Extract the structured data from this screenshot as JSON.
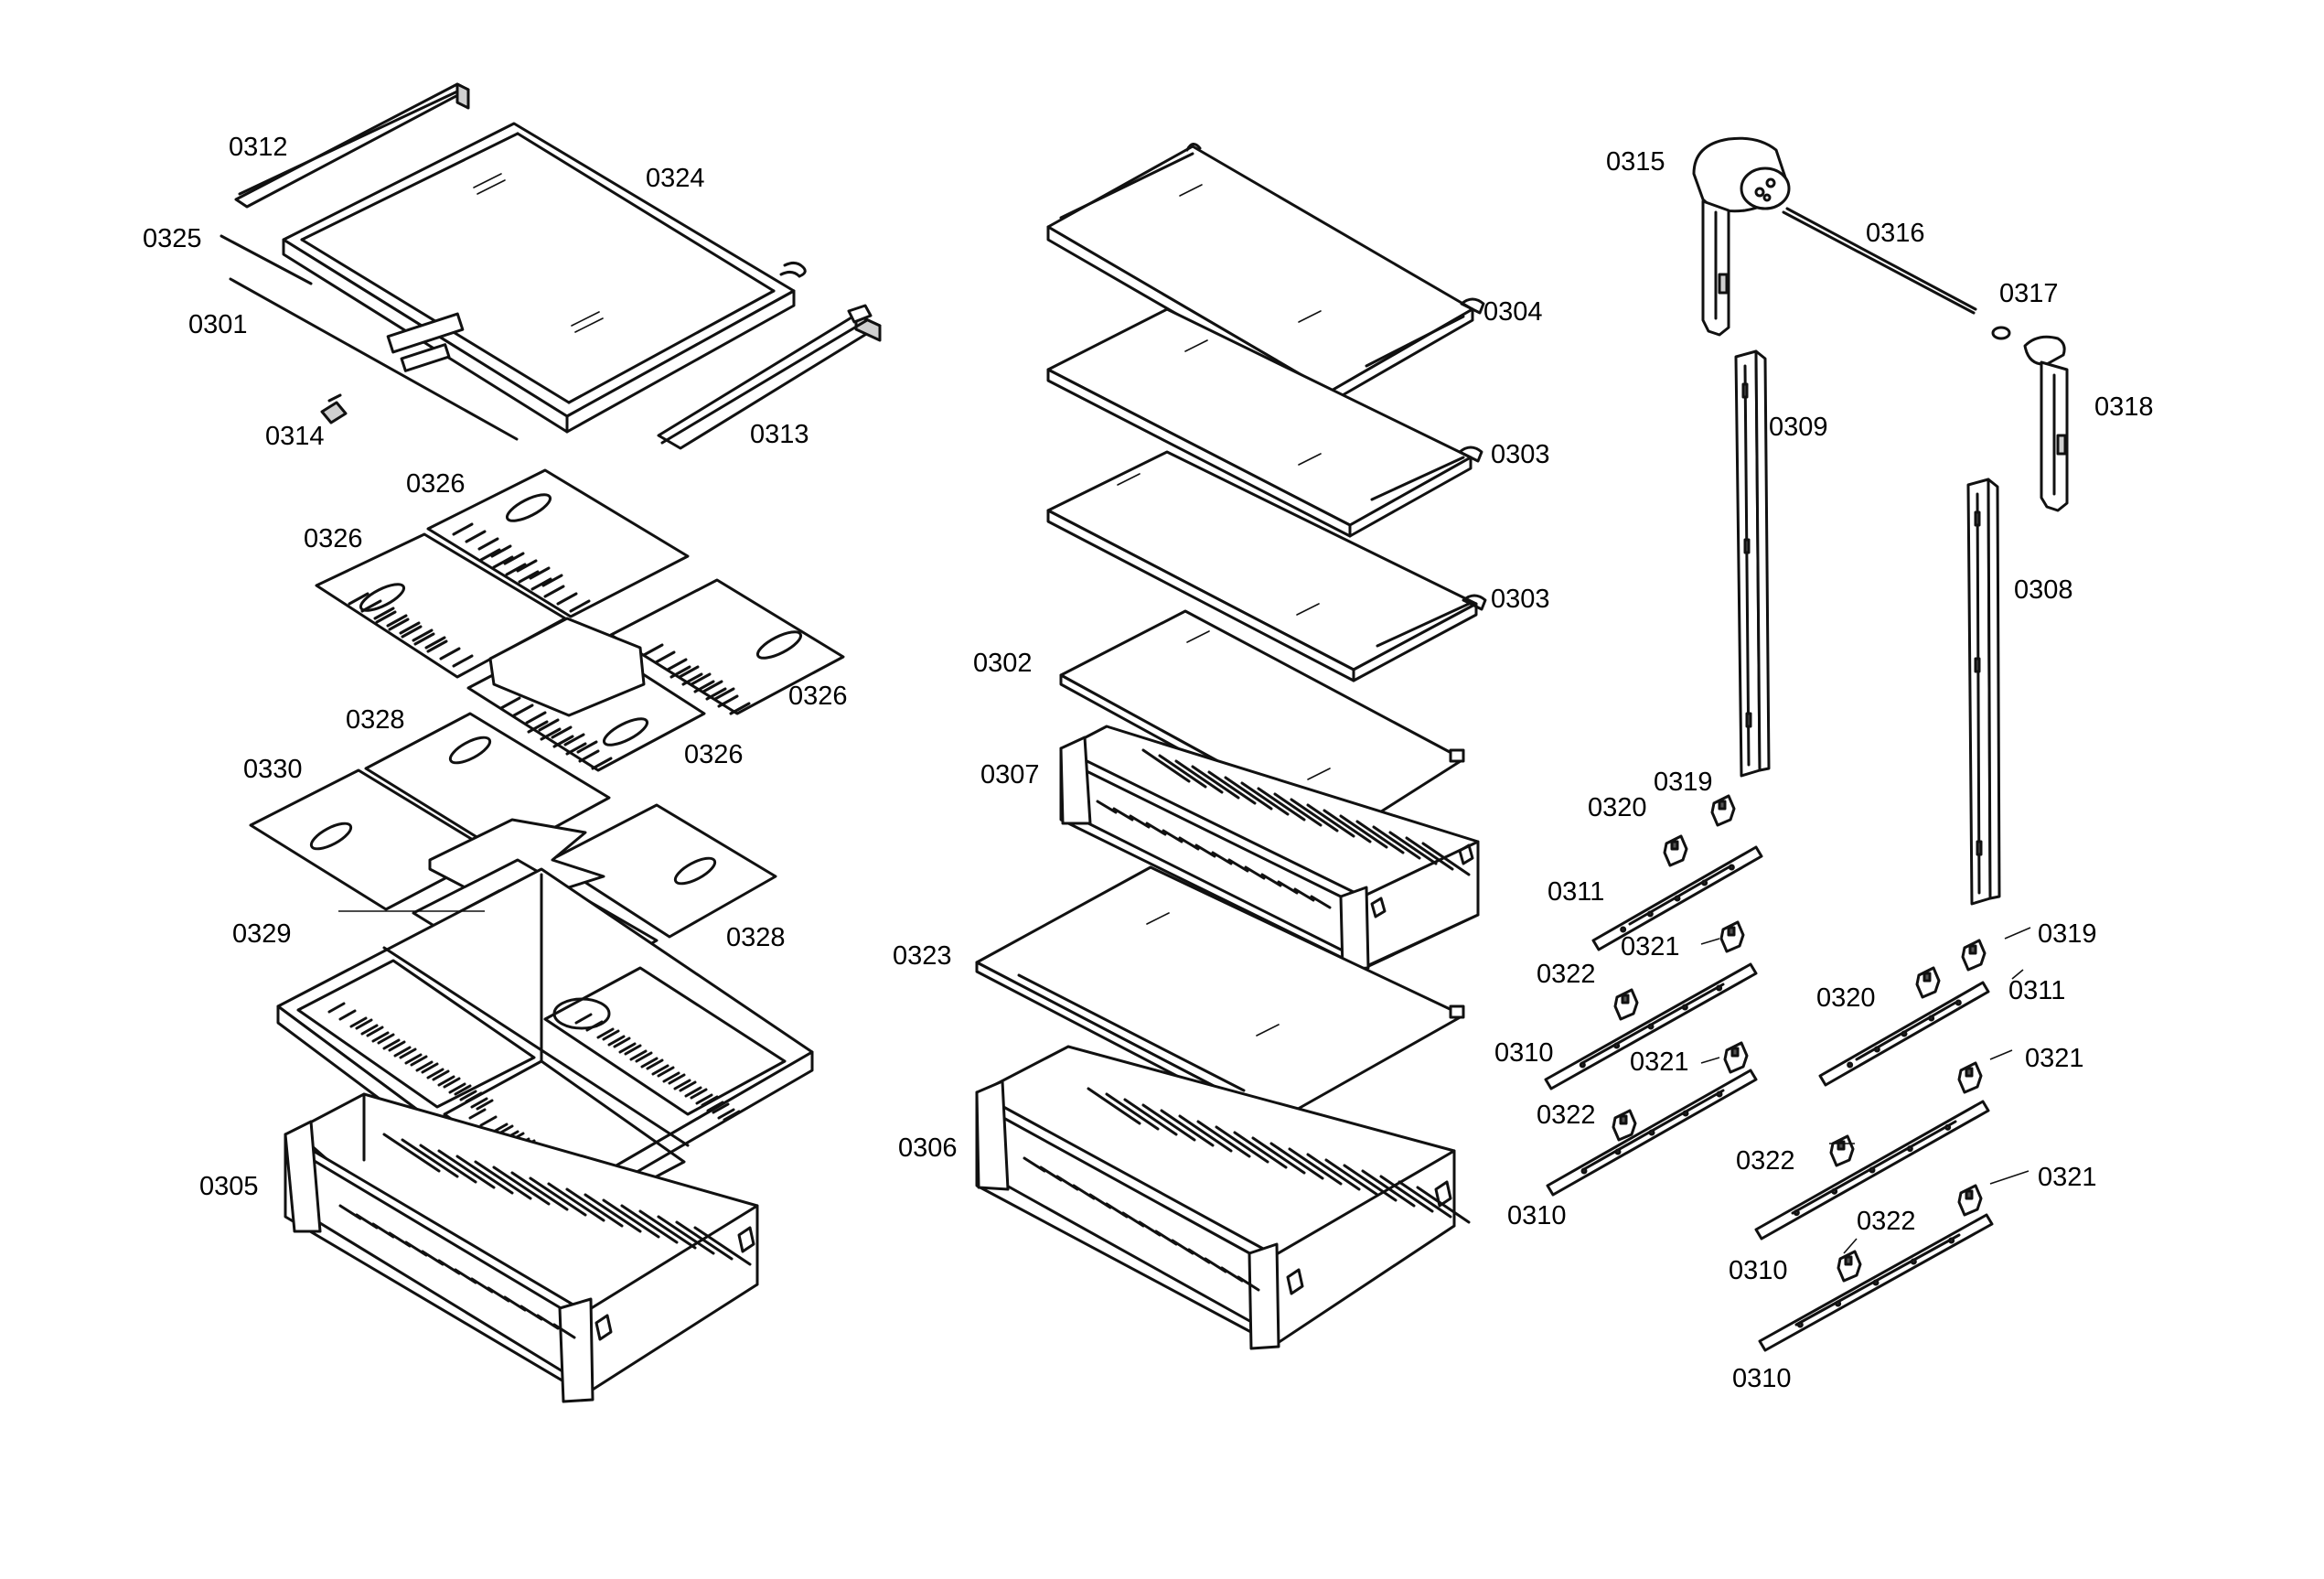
{
  "labels": {
    "p0312": "0312",
    "p0324": "0324",
    "p0325": "0325",
    "p0301": "0301",
    "p0314": "0314",
    "p0313": "0313",
    "p0326a": "0326",
    "p0326b": "0326",
    "p0326c": "0326",
    "p0326d": "0326",
    "p0328a": "0328",
    "p0330": "0330",
    "p0329": "0329",
    "p0328b": "0328",
    "p0305": "0305",
    "p0304": "0304",
    "p0303a": "0303",
    "p0303b": "0303",
    "p0302": "0302",
    "p0307": "0307",
    "p0323": "0323",
    "p0306": "0306",
    "p0315": "0315",
    "p0316": "0316",
    "p0317": "0317",
    "p0318": "0318",
    "p0309": "0309",
    "p0308": "0308",
    "p0320a": "0320",
    "p0319a": "0319",
    "p0311a": "0311",
    "p0321a": "0321",
    "p0322a": "0322",
    "p0310a": "0310",
    "p0321b": "0321",
    "p0322b": "0322",
    "p0310b": "0310",
    "p0319b": "0319",
    "p0320b": "0320",
    "p0311b": "0311",
    "p0321c": "0321",
    "p0322c": "0322",
    "p0310c": "0310",
    "p0321d": "0321",
    "p0322d": "0322",
    "p0310d": "0310"
  }
}
